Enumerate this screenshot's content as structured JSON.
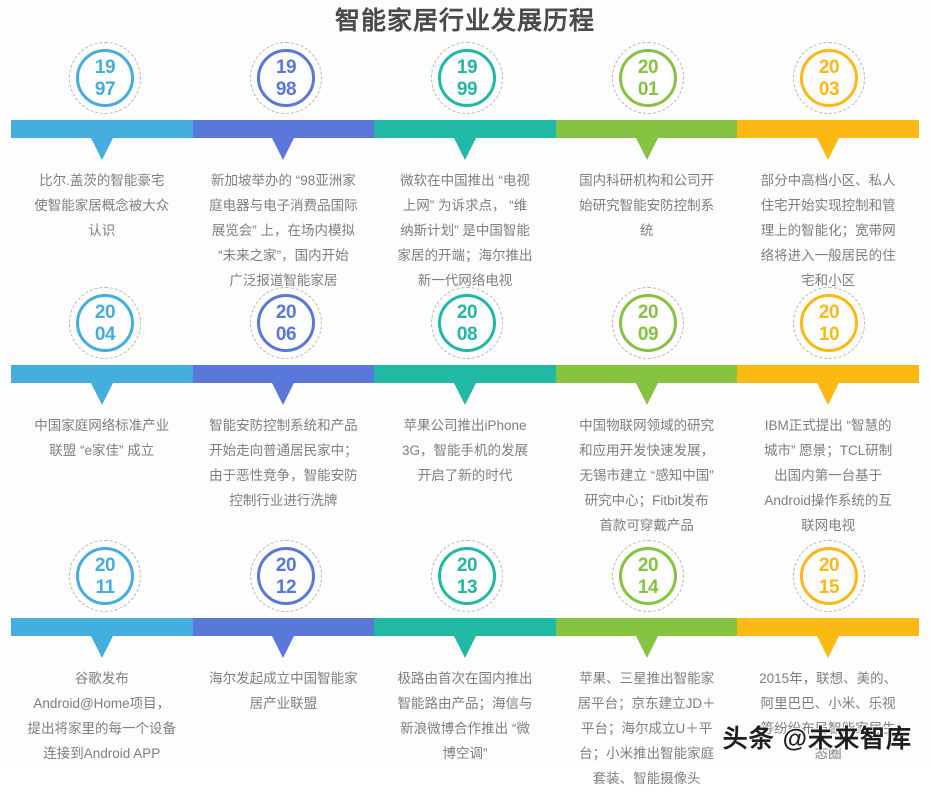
{
  "title": "智能家居行业发展历程",
  "palette": {
    "blue": "#44aede",
    "indigo": "#5a77da",
    "teal": "#1fb9a4",
    "green": "#82c martinez"
  },
  "watermark": "头条 @未来智库",
  "rows": [
    {
      "id": "row-1",
      "items": [
        {
          "year_top": "19",
          "year_bottom": "97",
          "color": "#44aede",
          "text": "比尔.盖茨的智能豪宅\n使智能家居概念被大众\n认识"
        },
        {
          "year_top": "19",
          "year_bottom": "98",
          "color": "#5a77da",
          "text": "新加坡举办的 “98亚洲家\n庭电器与电子消费品国际\n展览会” 上，在场内模拟\n“未来之家”，国内开始\n广泛报道智能家居"
        },
        {
          "year_top": "19",
          "year_bottom": "99",
          "color": "#1fb9a4",
          "text": "微软在中国推出 “电视\n上网” 为诉求点， “维\n纳斯计划” 是中国智能\n家居的开端；海尔推出\n新一代网络电视"
        },
        {
          "year_top": "20",
          "year_bottom": "01",
          "color": "#86c341",
          "text": "国内科研机构和公司开\n始研究智能安防控制系\n统"
        },
        {
          "year_top": "20",
          "year_bottom": "03",
          "color": "#fcb813",
          "text": "部分中高档小区、私人\n住宅开始实现控制和管\n理上的智能化；宽带网\n络将进入一般居民的住\n宅和小区"
        }
      ]
    },
    {
      "id": "row-2",
      "items": [
        {
          "year_top": "20",
          "year_bottom": "04",
          "color": "#44aede",
          "text": "中国家庭网络标准产业\n联盟 “e家佳” 成立"
        },
        {
          "year_top": "20",
          "year_bottom": "06",
          "color": "#5a77da",
          "text": "智能安防控制系统和产品\n开始走向普通居民家中；\n由于恶性竞争，智能安防\n控制行业进行洗牌"
        },
        {
          "year_top": "20",
          "year_bottom": "08",
          "color": "#1fb9a4",
          "text": "苹果公司推出iPhone\n3G，智能手机的发展\n开启了新的时代"
        },
        {
          "year_top": "20",
          "year_bottom": "09",
          "color": "#86c341",
          "text": "中国物联网领域的研究\n和应用开发快速发展，\n无锡市建立 “感知中国”\n研究中心；Fitbit发布\n首款可穿戴产品"
        },
        {
          "year_top": "20",
          "year_bottom": "10",
          "color": "#fcb813",
          "text": "IBM正式提出 “智慧的\n城市” 愿景；TCL研制\n出国内第一台基于\nAndroid操作系统的互\n联网电视"
        }
      ]
    },
    {
      "id": "row-3",
      "items": [
        {
          "year_top": "20",
          "year_bottom": "11",
          "color": "#44aede",
          "text": "谷歌发布\nAndroid@Home项目，\n提出将家里的每一个设备\n连接到Android APP"
        },
        {
          "year_top": "20",
          "year_bottom": "12",
          "color": "#5a77da",
          "text": "海尔发起成立中国智能家\n居产业联盟"
        },
        {
          "year_top": "20",
          "year_bottom": "13",
          "color": "#1fb9a4",
          "text": "极路由首次在国内推出\n智能路由产品；海信与\n新浪微博合作推出 “微\n博空调”"
        },
        {
          "year_top": "20",
          "year_bottom": "14",
          "color": "#86c341",
          "text": "苹果、三星推出智能家\n居平台；京东建立JD＋\n平台；海尔成立U＋平\n台；小米推出智能家庭\n套装、智能摄像头"
        },
        {
          "year_top": "20",
          "year_bottom": "15",
          "color": "#fcb813",
          "text": "2015年，联想、美的、\n阿里巴巴、小米、乐视\n等纷纷布局智能家居生\n态圈"
        }
      ]
    }
  ]
}
